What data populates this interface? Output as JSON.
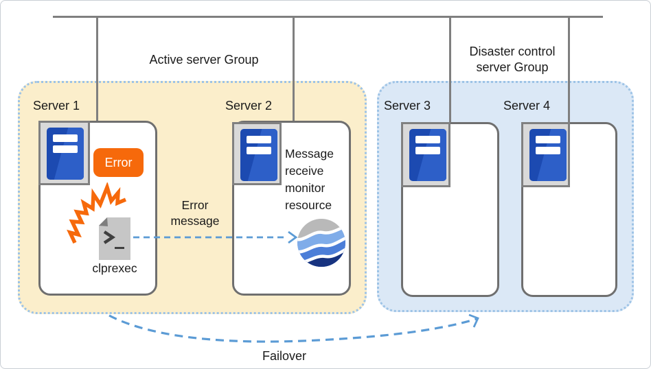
{
  "groups": {
    "active": {
      "label": "Active server Group",
      "fill": "#FBEECB"
    },
    "disaster": {
      "label_line1": "Disaster control",
      "label_line2": "server Group",
      "fill": "#DBE8F6"
    }
  },
  "servers": [
    {
      "label": "Server 1",
      "badge": "Error",
      "tool_label": "clprexec"
    },
    {
      "label": "Server 2",
      "resource_label": "Message receive monitor resource"
    },
    {
      "label": "Server 3"
    },
    {
      "label": "Server 4"
    }
  ],
  "arrows": {
    "error_message": {
      "label_line1": "Error",
      "label_line2": "message"
    },
    "failover": {
      "label": "Failover"
    }
  },
  "colors": {
    "accent_orange": "#F6690B",
    "arrow_blue": "#5B9BD5",
    "group_border_blue": "#9DC3E6",
    "server_icon_blue": "#1C4AB1",
    "line_gray": "#7F7F7F"
  }
}
